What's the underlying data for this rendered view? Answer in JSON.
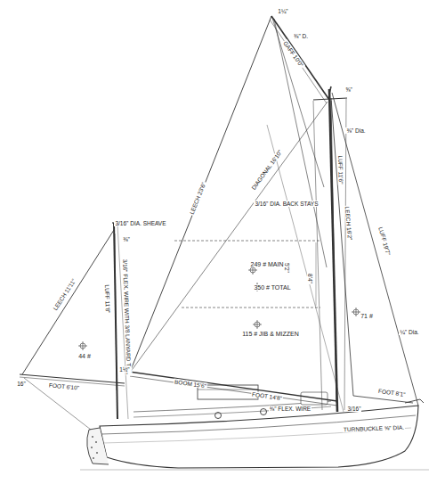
{
  "diagram": {
    "labels": [
      "1¼\"",
      "⅜\" D.",
      "⅝\"",
      "⅜\" Dia.",
      "GAFF 10'0\"",
      "LEECH 23'6\"",
      "LUFF 11'6\"",
      "3/16\" DIA. BACK STAYS",
      "DIAGONAL 16'10\"",
      "5'2\"",
      "8'4\"",
      "249 # MAIN",
      "350 # TOTAL",
      "115 # JIB & MIZZEN",
      "LEECH 16'2\"",
      "LUFF 19'7\"",
      "¼\" Dia.",
      "71 #",
      "FOOT 8'1\"",
      "BOOM 15'6\"",
      "FOOT 14'8\"",
      "⅜\" FLEX. WIRE",
      "3/16\"",
      "TURNBUCKLE ⅝\" DIA.",
      "3/16\" DIA. SHEAVE",
      "3/16\" FLEX. WIRE WITH 3/8 LANYARD TAIL",
      "LUFF 11'8\"",
      "LEECH 11'11\"",
      "44 #",
      "FOOT 6'10\"",
      "16\"",
      "⅜\"",
      "1½\""
    ]
  }
}
